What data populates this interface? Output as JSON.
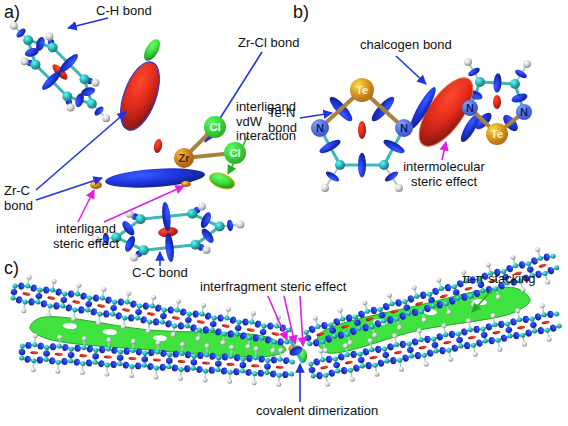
{
  "diagram": {
    "nodes": [
      {
        "text": [
          "Cl"
        ]
      },
      {
        "text": [
          "Cl"
        ]
      },
      {
        "text": [
          "Zr"
        ]
      },
      {
        "text": [
          "Te"
        ]
      },
      {
        "text": [
          "N"
        ]
      },
      {
        "text": [
          "N"
        ]
      },
      {
        "text": [
          "Te"
        ]
      },
      {
        "text": [
          "N"
        ]
      },
      {
        "text": [
          "N"
        ]
      }
    ],
    "edges": [
      {
        "from": 2,
        "to": 0,
        "arrow": "none"
      },
      {
        "from": 2,
        "to": 1,
        "arrow": "none"
      },
      {
        "from": 3,
        "to": 4,
        "arrow": "none"
      },
      {
        "from": 3,
        "to": 5,
        "arrow": "none"
      },
      {
        "from": 6,
        "to": 7,
        "arrow": "none"
      },
      {
        "from": 6,
        "to": 8,
        "arrow": "none"
      }
    ],
    "labels": [
      "a)",
      "b)",
      "c)",
      "C-H bond",
      "Zr-Cl bond",
      "interligand vdW interaction",
      "Zr-C bond",
      "interligand steric effect",
      "C-C bond",
      "Te-N bond",
      "chalcogen bond",
      "intermolecular steric effect",
      "interfragment steric effect",
      "π-π stacking",
      "covalent dimerization"
    ]
  }
}
